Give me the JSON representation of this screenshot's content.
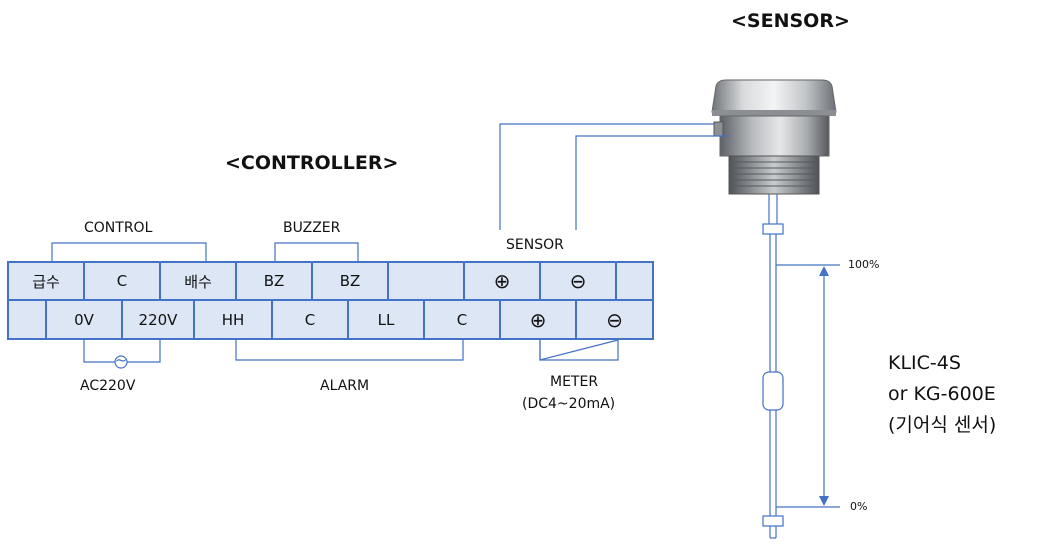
{
  "titles": {
    "sensor": "<SENSOR>",
    "controller": "<CONTROLLER>"
  },
  "groups": {
    "control": "CONTROL",
    "buzzer": "BUZZER",
    "sensor": "SENSOR",
    "ac": "AC220V",
    "alarm": "ALARM",
    "meter": "METER",
    "meter_spec": "(DC4~20mA)"
  },
  "terminal_row_top": [
    "급수",
    "C",
    "배수",
    "BZ",
    "BZ",
    "",
    "⊕",
    "⊖",
    ""
  ],
  "terminal_row_bottom": [
    "",
    "0V",
    "220V",
    "HH",
    "C",
    "LL",
    "C",
    "⊕",
    "⊖"
  ],
  "level_marks": {
    "high": "100%",
    "low": "0%"
  },
  "sensor_model": {
    "line1": "KLIC-4S",
    "line2": "or KG-600E",
    "line3": "(기어식 센서)"
  },
  "ac_symbol": "~",
  "colors": {
    "terminal_border": "#4472c4",
    "terminal_fill": "#dce6f4",
    "wire": "#4472c4",
    "arrow": "#4472c4"
  }
}
